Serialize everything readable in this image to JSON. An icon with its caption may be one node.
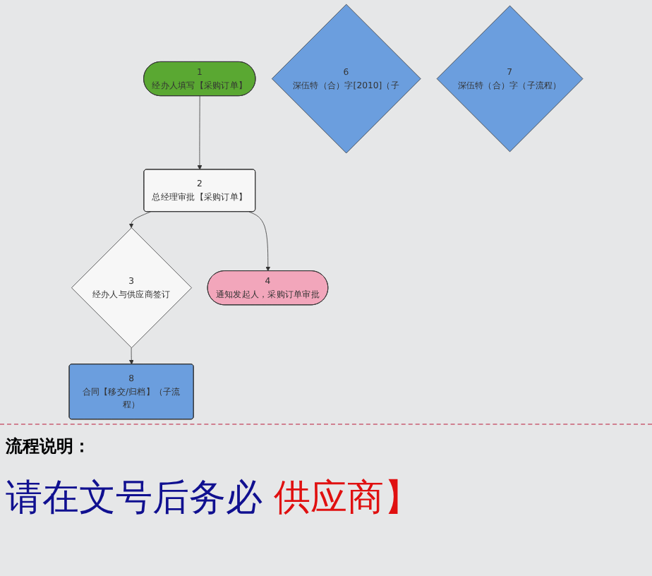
{
  "diagram": {
    "nodes": [
      {
        "text": [
          "1",
          "经办人填写【采购订单】"
        ]
      },
      {
        "text": [
          "2",
          "总经理审批【采购订单】"
        ]
      },
      {
        "text": [
          "3",
          "经办人与供应商签订"
        ]
      },
      {
        "text": [
          "4",
          "通知发起人，采购订单审批"
        ]
      },
      {
        "text": [
          "6",
          "深伍特（合）字[2010]（子"
        ]
      },
      {
        "text": [
          "7",
          "深伍特（合）字（子流程）"
        ]
      },
      {
        "text": [
          "8",
          "合同【移交/归档】（子流程）"
        ]
      }
    ],
    "edges": [
      {
        "from": 0,
        "to": 1,
        "arrow": "to"
      },
      {
        "from": 1,
        "to": 3,
        "arrow": "to"
      },
      {
        "from": 1,
        "to": 2,
        "arrow": "to"
      },
      {
        "from": 2,
        "to": 6,
        "arrow": "to"
      }
    ],
    "labels": [
      "流程说明：",
      "请在文号后务必",
      "供应商】"
    ]
  }
}
